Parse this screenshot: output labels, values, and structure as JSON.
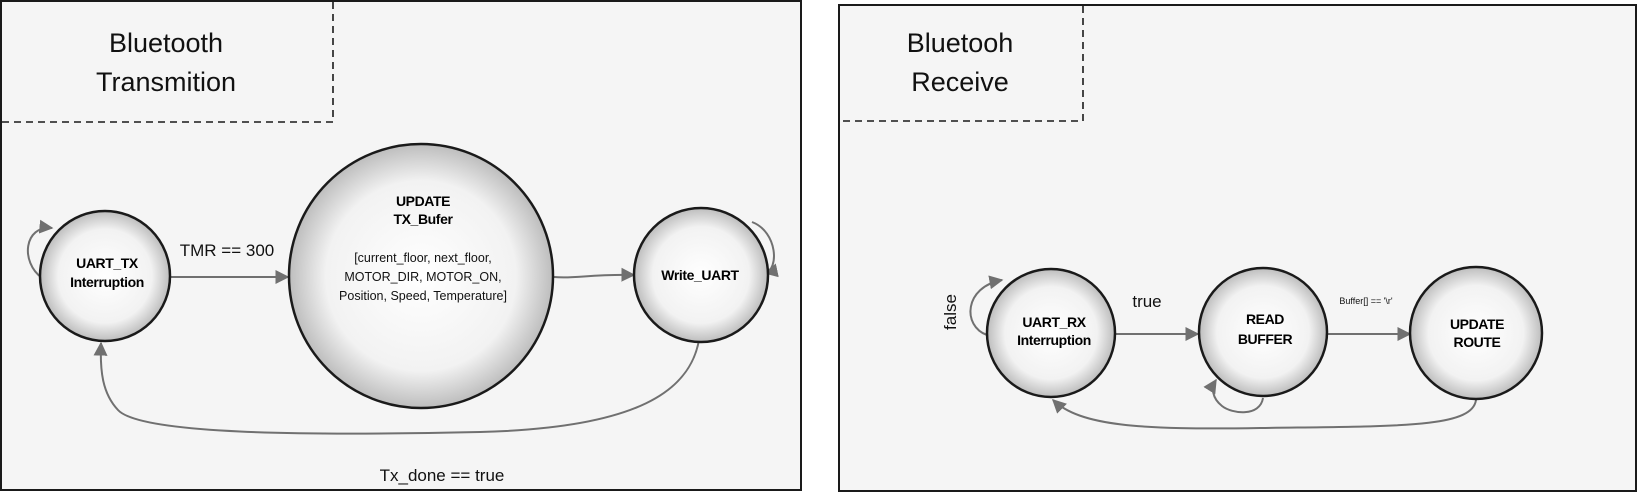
{
  "panels": [
    {
      "title_lines": [
        "Bluetooth",
        "Transmition"
      ],
      "states": [
        {
          "label_lines": [
            "UART_TX",
            "Interruption"
          ]
        },
        {
          "label_lines": [
            "UPDATE",
            "TX_Bufer"
          ],
          "detail_lines": [
            "[current_floor, next_floor,",
            "MOTOR_DIR, MOTOR_ON,",
            "Position, Speed, Temperature]"
          ]
        },
        {
          "label_lines": [
            "Write_UART"
          ]
        }
      ],
      "edge_labels": {
        "tmr": "TMR == 300",
        "tx_done": "Tx_done == true"
      }
    },
    {
      "title_lines": [
        "Bluetooh",
        "Receive"
      ],
      "states": [
        {
          "label_lines": [
            "UART_RX",
            "Interruption"
          ]
        },
        {
          "label_lines": [
            "READ",
            "BUFFER"
          ]
        },
        {
          "label_lines": [
            "UPDATE",
            "ROUTE"
          ]
        }
      ],
      "edge_labels": {
        "false": "false",
        "true": "true",
        "buffer": "Buffer[] == '\\r'"
      }
    }
  ],
  "colors": {
    "frame": "#1a1a1a",
    "panel_fill": "#f5f5f5",
    "edge": "#707070",
    "circle_center": "#ffffff",
    "circle_edge": "#bdbdbd"
  }
}
